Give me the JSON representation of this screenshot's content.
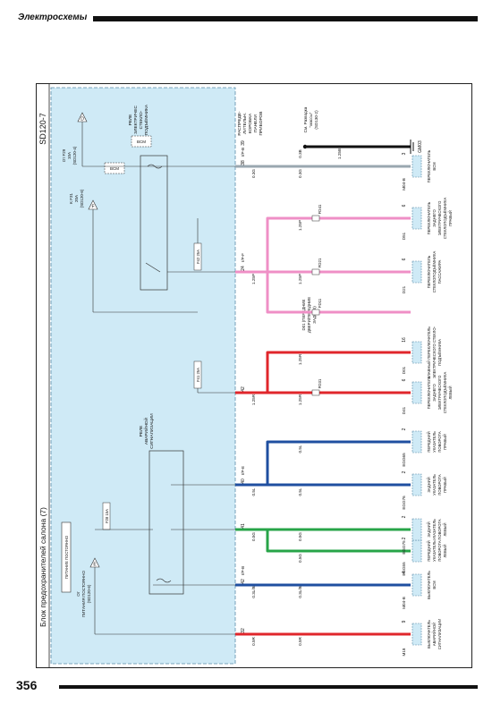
{
  "header": {
    "section": "Электросхемы"
  },
  "footer": {
    "page_number": "356"
  },
  "diagram": {
    "code": "SD120-7",
    "title": "Блок предохранителей салона (7)",
    "power_label": "ПИТАНИЕ ПОСТОЯННО",
    "power_left": [
      "От",
      "ПИТАНИЯ ПОСТОЯННО",
      "(SD120-6)"
    ],
    "power_right": [
      "От F29",
      "10A",
      "(SD120-4)"
    ],
    "k_label": "K F31",
    "k_sub": [
      "20A",
      "(SD120-6)"
    ],
    "fuse_f28": "F28 15A",
    "fuse_f41": "F41 25A",
    "fuse_f42": "F42 25A",
    "bcm_label": "BCM",
    "bcm_label2": "BCM",
    "relay_window": [
      "РЕЛЕ",
      "ЭЛЕКТРИЧЕС",
      "СТЕКЛО-",
      "ПОДЪЁМНИКА"
    ],
    "relay_hazard": [
      "РЕЛЕ",
      "АВАРИЙНОЙ",
      "СИГНАЛИЗАЦИИ"
    ],
    "distrib_box": [
      "РАСПРЕДЕ-",
      "ЛИТЕЛЬН.",
      "КОРОБКА",
      "ПАНЕЛИ",
      "ПРИБОРОВ"
    ],
    "ground_ref": [
      "См. Разводка",
      "\"массы\"",
      "(SD130-2)"
    ],
    "ground_code": "GM03",
    "d01": [
      "D01 (ПЕРЕДНИЕ",
      "ДВЕРИ/ПЕРЕДНИЕ",
      "ЗАДНИЕ)"
    ],
    "connectors": {
      "ipb": "I/P-B",
      "ipe": "I/P-E",
      "ipf": "I/P-F",
      "ipb2": "I/P-B",
      "fd31": "FD31",
      "fd11": "FD11",
      "fd21": "FD21",
      "fd41": "FD41",
      "pin_32": "32",
      "pin_42a": "42",
      "pin_41": "41",
      "pin_40": "40",
      "pin_42b": "42",
      "pin_24": "24",
      "pin_38": "38",
      "pin_39": "39",
      "pin_6a": "6",
      "pin_12": "12",
      "pin_11a": "11",
      "pin_11b": "11",
      "pin_6b": "6"
    },
    "wires": {
      "w05r": "0.5R",
      "w03lb": "0.3L/B",
      "w05g": "0.5G",
      "w05l": "0.5L",
      "w125r": "1.25R",
      "w125p": "1.25P",
      "w03g": "0.3G",
      "w03b": "0.3B",
      "w125b": "1.25B"
    },
    "components": [
      {
        "code": "M18",
        "pin": "9",
        "label": [
          "ВЫКЛЮЧАТЕЛЬ",
          "АВАРИЙНОЙ",
          "СИГНАЛИЗАЦИИ"
        ]
      },
      {
        "code": "M04-B",
        "pin": "4",
        "label": [
          "ВЫКЛЮЧАТЕЛЬ",
          "BCM"
        ]
      },
      {
        "code": "EGG55",
        "pin": "2",
        "label": [
          "ПЕРЕДНИЙ",
          "УКАЗАТЕЛЬ",
          "ПОВОРОТА",
          "ЛЕВЫЙ"
        ]
      },
      {
        "code": "EGG75",
        "pin": "2",
        "label": [
          "ЗАДНИЙ",
          "УКАЗАТЕЛЬ",
          "ПОВОРОТА",
          "ЛЕВЫЙ"
        ]
      },
      {
        "code": "EGG65",
        "pin": "2",
        "label": [
          "ПЕРЕДНИЙ",
          "УКАЗАТЕЛЬ",
          "ПОВОРОТА",
          "ПРАВЫЙ"
        ]
      },
      {
        "code": "EGG76",
        "pin": "2",
        "label": [
          "ЗАДНИЙ",
          "УКАЗАТЕЛЬ",
          "ПОВОРОТА",
          "ПРАВЫЙ"
        ]
      },
      {
        "code": "D41",
        "pin": "6",
        "label": [
          "ПЕРЕКЛЮЧАТЕЛЬ",
          "ЗАДНЕГО",
          "ЭЛЕКТРИЧЕСКОГО",
          "СТЕКЛОПОДЪЁМНИКА",
          "ЛЕВЫЙ"
        ]
      },
      {
        "code": "D01",
        "pin": "16",
        "label": [
          "ГЛАВНЫЙ ПЕРЕКЛЮЧАТЕЛЬ",
          "ЭЛЕКТРИЧЕСКОГО СТЕКЛО-",
          "ПОДЪЁМНИКА"
        ]
      },
      {
        "code": "D21",
        "pin": "6",
        "label": [
          "ПЕРЕКЛЮЧАТЕЛЬ",
          "СТЕКЛОПОДЪЁМНИКА",
          "ПАССАЖИРА"
        ]
      },
      {
        "code": "D51",
        "pin": "6",
        "label": [
          "ПЕРЕКЛЮЧАТЕЛЬ",
          "ЗАДНЕГО",
          "ЭЛЕКТРИЧЕСКОГО",
          "СТЕКЛОПОДЪЁМНИКА",
          "ПРАВЫЙ"
        ]
      },
      {
        "code": "M04-B",
        "pin": "3",
        "label": [
          "ПЕРЕКЛЮЧАТЕЛЬ",
          "BCM"
        ]
      }
    ],
    "colors": {
      "panel": "#cfeaf6",
      "red": "#e0262b",
      "blue": "#1f4fa0",
      "green": "#27a448",
      "pink": "#ef8fc6",
      "black": "#111111",
      "grey": "#9aa7b0"
    }
  }
}
